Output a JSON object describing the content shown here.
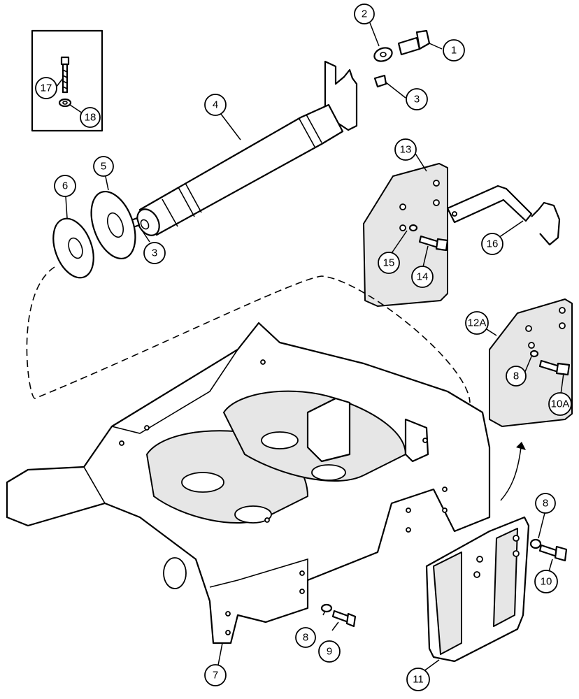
{
  "callouts": [
    {
      "id": "c1",
      "label": "1"
    },
    {
      "id": "c2",
      "label": "2"
    },
    {
      "id": "c3a",
      "label": "3"
    },
    {
      "id": "c3b",
      "label": "3"
    },
    {
      "id": "c4",
      "label": "4"
    },
    {
      "id": "c5",
      "label": "5"
    },
    {
      "id": "c6",
      "label": "6"
    },
    {
      "id": "c7",
      "label": "7"
    },
    {
      "id": "c8a",
      "label": "8"
    },
    {
      "id": "c8b",
      "label": "8"
    },
    {
      "id": "c8c",
      "label": "8"
    },
    {
      "id": "c9",
      "label": "9"
    },
    {
      "id": "c10",
      "label": "10"
    },
    {
      "id": "c10a",
      "label": "10A"
    },
    {
      "id": "c11",
      "label": "11"
    },
    {
      "id": "c12a",
      "label": "12A"
    },
    {
      "id": "c13",
      "label": "13"
    },
    {
      "id": "c14",
      "label": "14"
    },
    {
      "id": "c15",
      "label": "15"
    },
    {
      "id": "c16",
      "label": "16"
    },
    {
      "id": "c17",
      "label": "17"
    },
    {
      "id": "c18",
      "label": "18"
    }
  ]
}
